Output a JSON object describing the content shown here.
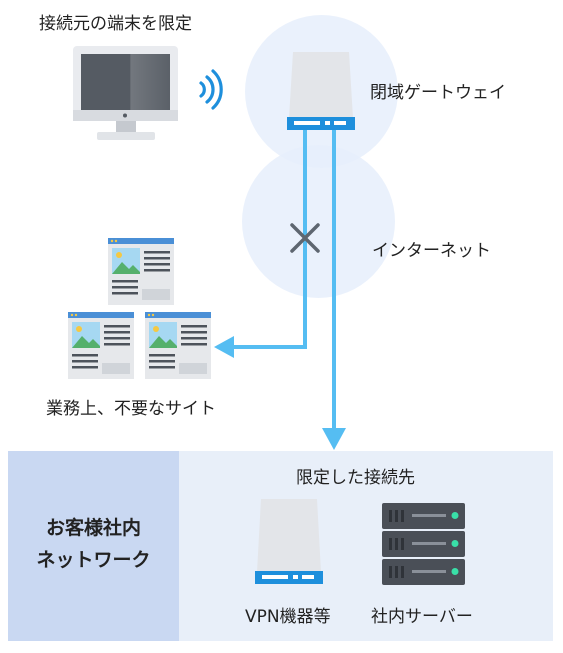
{
  "labels": {
    "restricted_terminal": "接続元の端末を限定",
    "closed_gateway": "閉域ゲートウェイ",
    "internet": "インターネット",
    "unnecessary_sites": "業務上、不要なサイト",
    "restricted_destination": "限定した接続先",
    "customer_network_line1": "お客様社内",
    "customer_network_line2": "ネットワーク",
    "vpn_devices": "VPN機器等",
    "internal_servers": "社内サーバー"
  },
  "icons": {
    "terminal": "desktop-monitor-icon",
    "wireless": "wireless-signal-icon",
    "gateway": "gateway-device-icon",
    "blocked": "cross-mark-icon",
    "websites": "website-window-icon",
    "vpn": "vpn-device-icon",
    "server": "server-rack-icon"
  },
  "colors": {
    "arrow": "#55bdf2",
    "circle": "#e6eefb",
    "network_box": "#c9d8f2",
    "destination_box": "#e8eff9",
    "device_blue": "#1e8fdc",
    "server_dark": "#4a4f57",
    "server_led": "#39e0a8"
  }
}
